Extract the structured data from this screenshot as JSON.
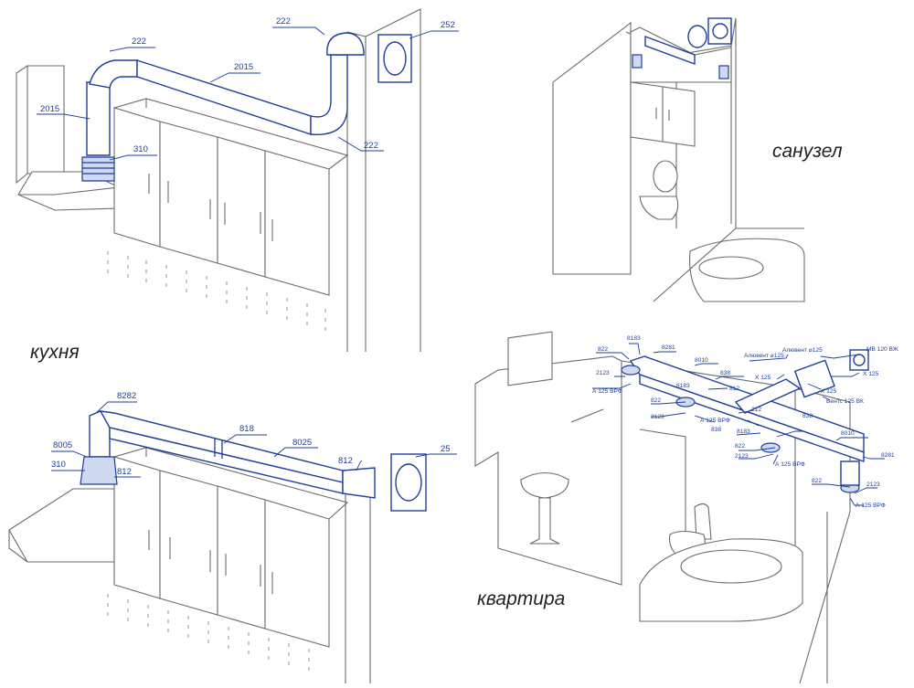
{
  "captions": {
    "kitchen": "кухня",
    "bathroom": "санузел",
    "apartment": "квартира"
  },
  "colors": {
    "duct": "#1f3f9a",
    "line": "#6b6b6b",
    "duct_fill": "#cfd9f2"
  },
  "labels": {
    "k1": [
      "222",
      "2015",
      "222",
      "252",
      "2015",
      "310",
      "222"
    ],
    "k2": [
      "8282",
      "818",
      "8025",
      "812",
      "25",
      "8005",
      "310",
      "812"
    ],
    "apt": [
      "822",
      "8183",
      "8281",
      "8010",
      "2123",
      "А 125 ВРФ",
      "838",
      "8183",
      "812",
      "Алювент ⌀125",
      "Х 125",
      "Алювент ⌀125",
      "МВ 120 ВЖ",
      "Х 125",
      "Х 125",
      "Вентс 125 ВК",
      "822",
      "2123",
      "838",
      "212",
      "А 125 ВРФ",
      "838",
      "8183",
      "822",
      "8010",
      "2123",
      "А 125 ВРФ",
      "8281",
      "822",
      "2123",
      "А 125 ВРФ"
    ]
  }
}
